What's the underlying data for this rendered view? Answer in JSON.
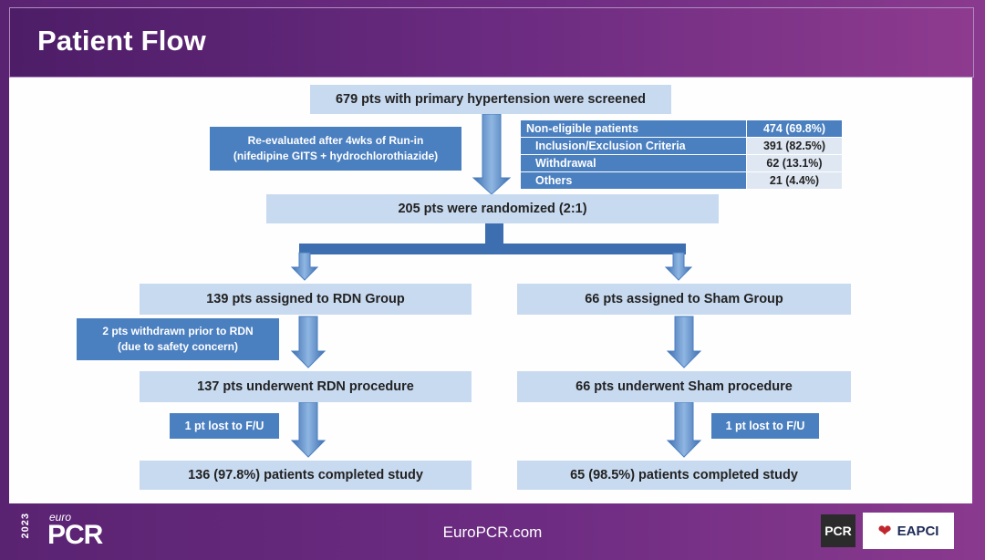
{
  "header": {
    "title": "Patient Flow"
  },
  "flow": {
    "screened": "679 pts with primary hypertension were screened",
    "runin_note": [
      "Re-evaluated after 4wks of Run-in",
      "(nifedipine GITS + hydrochlorothiazide)"
    ],
    "randomized": "205 pts were randomized (2:1)",
    "rdn": {
      "assigned": "139 pts assigned to RDN Group",
      "withdrawn_note": [
        "2 pts withdrawn prior to RDN",
        "(due to safety concern)"
      ],
      "underwent": "137 pts underwent RDN procedure",
      "lost_note": "1 pt lost to F/U",
      "completed": "136 (97.8%)  patients completed study"
    },
    "sham": {
      "assigned": "66 pts assigned to Sham Group",
      "underwent": "66 pts underwent Sham procedure",
      "lost_note": "1 pt lost to F/U",
      "completed": "65 (98.5%)  patients completed study"
    }
  },
  "non_eligible": {
    "header": {
      "label": "Non-eligible patients",
      "value": "474 (69.8%)"
    },
    "rows": [
      {
        "label": "Inclusion/Exclusion Criteria",
        "value": "391 (82.5%)"
      },
      {
        "label": "Withdrawal",
        "value": "62 (13.1%)"
      },
      {
        "label": "Others",
        "value": "21 (4.4%)"
      }
    ]
  },
  "footer": {
    "year": "2023",
    "logo_small": "euro",
    "logo_main": "PCR",
    "site": "EuroPCR.com",
    "badge1": "PCR",
    "badge2": "EAPCI"
  },
  "colors": {
    "box": "#c8daf0",
    "note": "#4a7fc0",
    "arrow": "#4a7fc0",
    "frame": "#6a2c7e"
  }
}
